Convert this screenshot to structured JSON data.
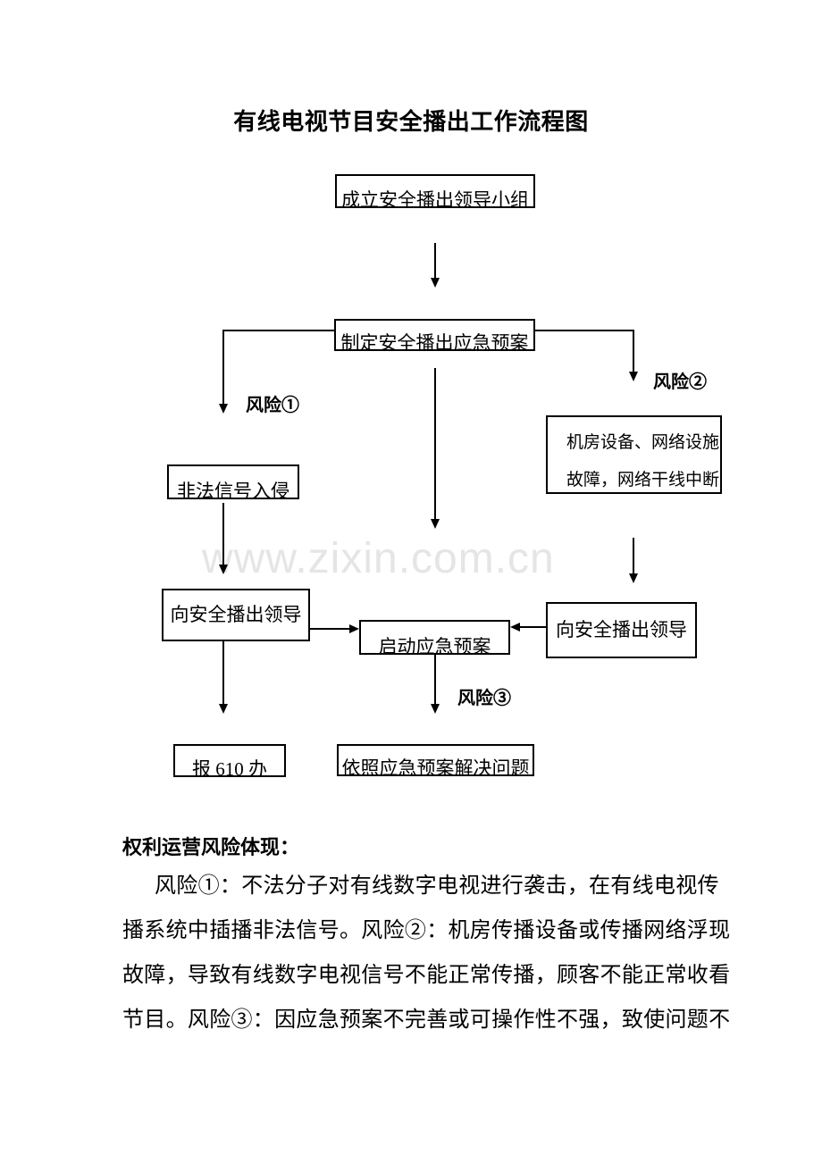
{
  "page": {
    "title": "有线电视节目安全播出工作流程图",
    "watermark": "www.zixin.com.cn"
  },
  "flowchart": {
    "setup": "成立安全播出领导小组",
    "plan": "制定安全播出应急预案",
    "risk1_label": "风险①",
    "risk2_label": "风险②",
    "risk3_label": "风险③",
    "illegal_signal": "非法信号入侵",
    "equipment_line1": "机房设备、网络设施",
    "equipment_line2": "故障，网络干线中断",
    "report_leader_left": "向安全播出领导",
    "report_leader_right": "向安全播出领导",
    "activate_plan": "启动应急预案",
    "report_610": "报 610 办",
    "resolve_problem": "依照应急预案解决问题"
  },
  "risks_section": {
    "heading": "权利运营风险体现：",
    "lines": [
      "风险①：不法分子对有线数字电视进行袭击，在有线电视传",
      "播系统中插播非法信号。风险②：机房传播设备或传播网络浮现",
      "故障，导致有线数字电视信号不能正常传播，顾客不能正常收看",
      "节目。风险③：因应急预案不完善或可操作性不强，致使问题不"
    ]
  }
}
